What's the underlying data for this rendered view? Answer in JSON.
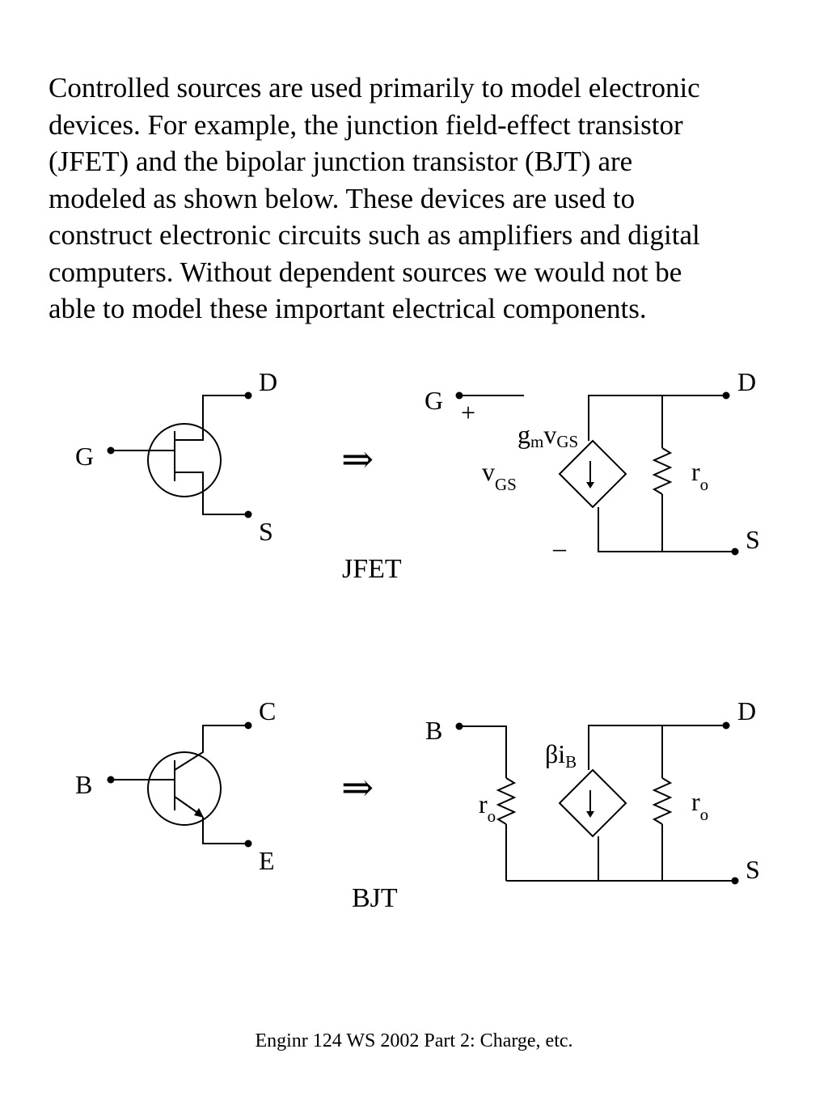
{
  "intro": {
    "lines": [
      "Controlled sources are used primarily to model electronic",
      "devices. For example, the junction field-effect transistor",
      "(JFET) and the bipolar junction transistor (BJT) are",
      "modeled as shown below. These devices are used to",
      "construct electronic circuits such as amplifiers and digital",
      "computers. Without dependent sources we would not be",
      "able to model these important electrical components."
    ]
  },
  "jfet": {
    "caption": "JFET",
    "arrow": "⇒",
    "symbol": {
      "gate": "G",
      "drain": "D",
      "source": "S"
    },
    "model": {
      "gate": "G",
      "drain": "D",
      "source": "S",
      "plus": "+",
      "minus": "–",
      "vgs_main": "v",
      "vgs_sub": "GS",
      "gm_main": "g",
      "gm_sub": "m",
      "gm_v": "v",
      "gm_vsub": "GS",
      "ro_main": "r",
      "ro_sub": "o"
    }
  },
  "bjt": {
    "caption": "BJT",
    "arrow": "⇒",
    "symbol": {
      "base": "B",
      "collector": "C",
      "emitter": "E"
    },
    "model": {
      "base": "B",
      "drain": "D",
      "source": "S",
      "beta_main": "βi",
      "beta_sub": "B",
      "ro_left_main": "r",
      "ro_left_sub": "o",
      "ro_right_main": "r",
      "ro_right_sub": "o"
    }
  },
  "footer": "Enginr 124 WS 2002  Part 2: Charge, etc."
}
